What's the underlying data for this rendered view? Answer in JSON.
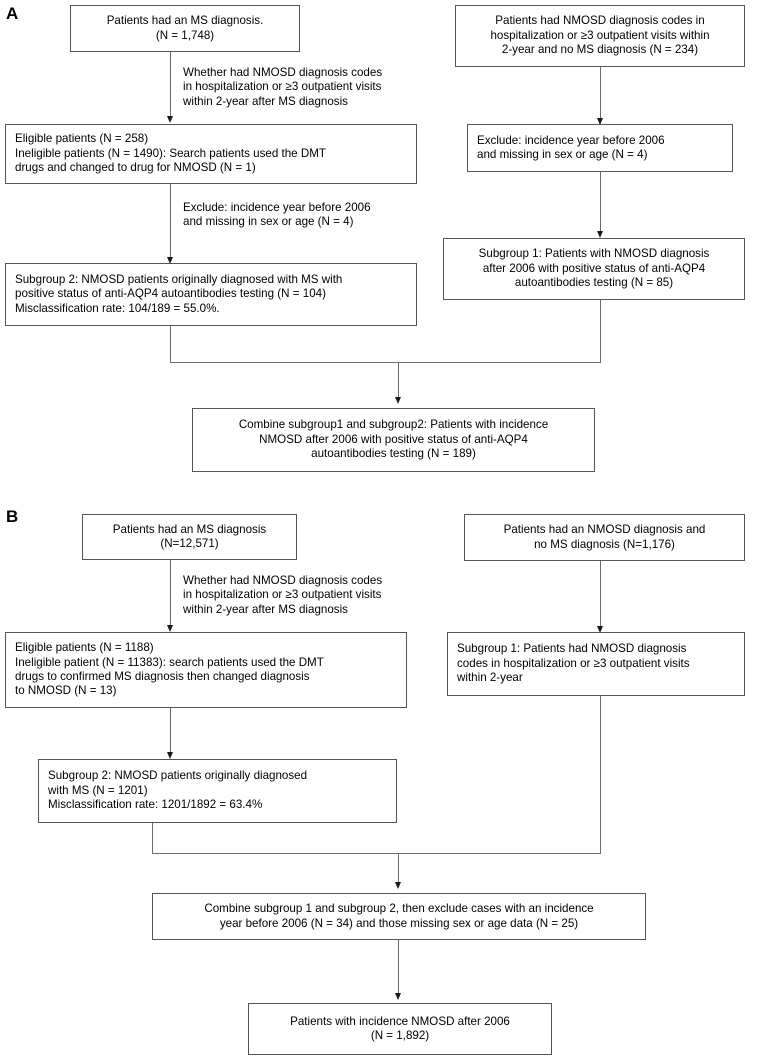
{
  "figure": {
    "panels": [
      {
        "id": "A",
        "label": "A",
        "boxes": {
          "ms_source": {
            "lines": [
              "Patients had an MS diagnosis.",
              "(N = 1,748)"
            ]
          },
          "nmosd_source": {
            "lines": [
              "Patients had NMOSD diagnosis codes in",
              "hospitalization or ≥3 outpatient visits within",
              "2-year and no MS diagnosis (N = 234)"
            ]
          },
          "eligible": {
            "lines": [
              "Eligible patients (N = 258)",
              "Ineligible patients (N = 1490): Search patients used the DMT",
              "drugs and changed to drug for NMOSD (N = 1)"
            ]
          },
          "exclude_right": {
            "lines": [
              "Exclude: incidence year before 2006",
              "and missing in sex or age (N = 4)"
            ]
          },
          "subgroup2": {
            "lines": [
              "Subgroup 2: NMOSD patients originally diagnosed with MS with",
              "positive status of anti-AQP4 autoantibodies testing (N = 104)",
              "Misclassification rate: 104/189 = 55.0%."
            ]
          },
          "subgroup1": {
            "lines": [
              "Subgroup 1: Patients with NMOSD diagnosis",
              "after 2006 with positive status of anti-AQP4",
              "autoantibodies testing (N = 85)"
            ]
          },
          "combine": {
            "lines": [
              "Combine subgroup1 and subgroup2: Patients with incidence",
              "NMOSD after 2006 with positive status of anti-AQP4",
              "autoantibodies testing (N = 189)"
            ]
          }
        },
        "notes": {
          "whether": {
            "lines": [
              "Whether had NMOSD diagnosis codes",
              "in hospitalization or ≥3 outpatient visits",
              "within 2-year after MS diagnosis"
            ]
          },
          "exclude_left": {
            "lines": [
              "Exclude: incidence year before 2006",
              "and missing in sex or age (N = 4)"
            ]
          }
        }
      },
      {
        "id": "B",
        "label": "B",
        "boxes": {
          "ms_source": {
            "lines": [
              "Patients had an MS diagnosis",
              "(N=12,571)"
            ]
          },
          "nmosd_source": {
            "lines": [
              "Patients had an NMOSD diagnosis and",
              "no MS diagnosis (N=1,176)"
            ]
          },
          "eligible": {
            "lines": [
              "Eligible patients (N = 1188)",
              "Ineligible patient (N = 11383): search patients used the DMT",
              "drugs to confirmed MS diagnosis then changed diagnosis",
              "to NMOSD (N = 13)"
            ]
          },
          "subgroup1": {
            "lines": [
              "Subgroup 1: Patients had NMOSD diagnosis",
              "codes in hospitalization or ≥3 outpatient visits",
              "within 2-year"
            ]
          },
          "subgroup2": {
            "lines": [
              "Subgroup 2: NMOSD patients originally diagnosed",
              "with MS (N = 1201)",
              "Misclassification rate: 1201/1892 = 63.4%"
            ]
          },
          "combine": {
            "lines": [
              "Combine subgroup 1 and subgroup 2, then exclude cases with an incidence",
              "year before 2006 (N = 34) and those missing sex or age data (N = 25)"
            ]
          },
          "final": {
            "lines": [
              "Patients with incidence NMOSD after 2006",
              "(N = 1,892)"
            ]
          }
        },
        "notes": {
          "whether": {
            "lines": [
              "Whether had NMOSD diagnosis codes",
              "in hospitalization or ≥3 outpatient visits",
              "within 2-year after MS diagnosis"
            ]
          }
        }
      }
    ],
    "colors": {
      "box_border": "#555555",
      "connector": "#6b6b6b",
      "arrowhead": "#1a1a1a",
      "text": "#000000",
      "background": "#ffffff"
    }
  }
}
